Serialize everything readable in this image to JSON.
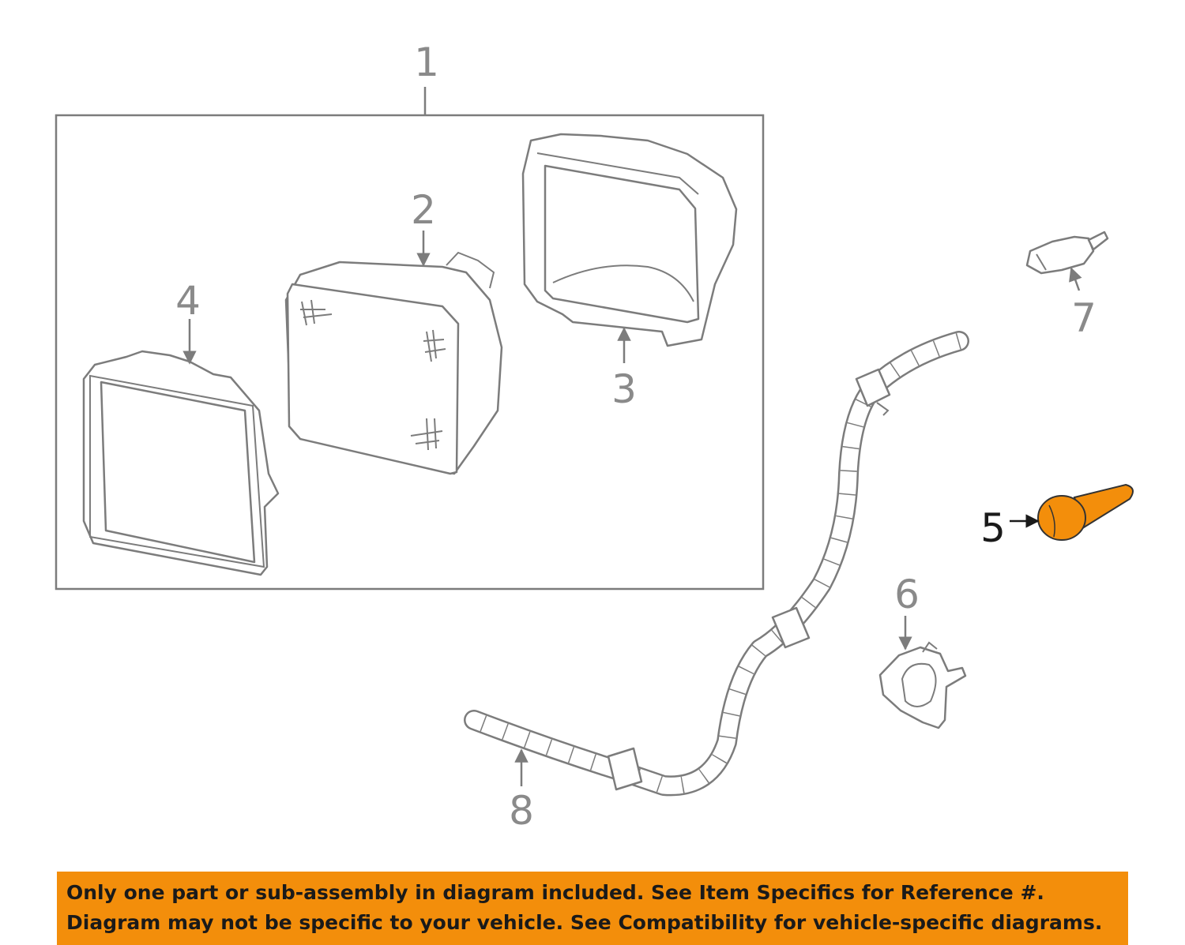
{
  "diagram": {
    "callouts": [
      "1",
      "2",
      "3",
      "4",
      "5",
      "6",
      "7",
      "8"
    ],
    "highlight_color": "#f38e0b"
  },
  "banner": {
    "line1": "Only one part or sub-assembly in diagram included. See Item Specifics for Reference #.",
    "line2": "Diagram may not be specific to your vehicle. See Compatibility for vehicle-specific diagrams."
  }
}
